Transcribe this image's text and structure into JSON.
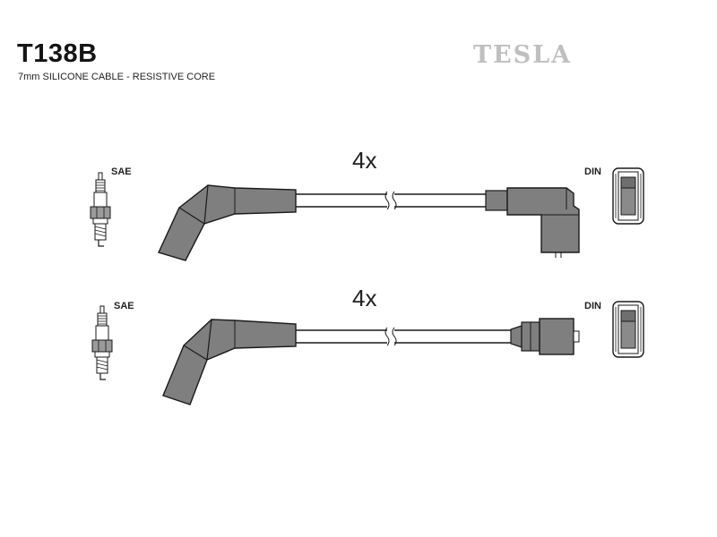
{
  "header": {
    "part_number": "T138B",
    "description": "7mm SILICONE CABLE - RESISTIVE CORE",
    "brand": "TESLA"
  },
  "rows": [
    {
      "left_label": "SAE",
      "quantity": "4x",
      "right_label": "DIN"
    },
    {
      "left_label": "SAE",
      "quantity": "4x",
      "right_label": "DIN"
    }
  ],
  "colors": {
    "boot_fill": "#7f7f7f",
    "outline": "#1a1a1a",
    "logo": "#bfbfbf"
  }
}
